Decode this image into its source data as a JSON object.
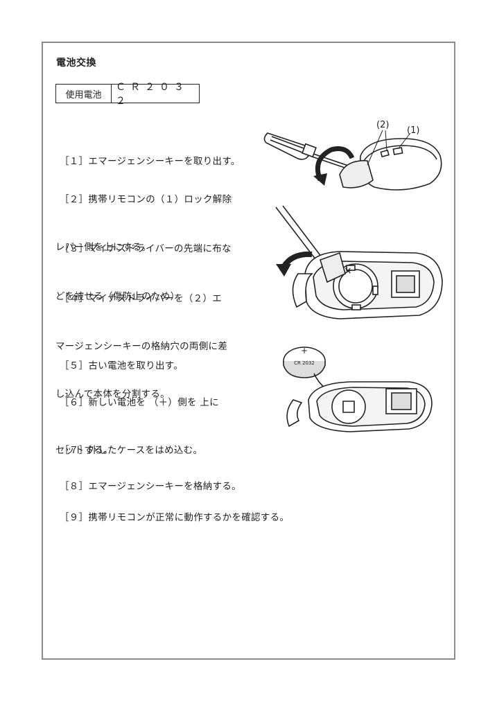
{
  "document": {
    "title": "電池交換",
    "battery_table": {
      "label": "使用電池",
      "value": "ＣＲ２０３２"
    },
    "steps": [
      {
        "line1": "［１］エマージェンシーキーを取り出す。"
      },
      {
        "line1": "［２］携帯リモコンの（１）ロック解除",
        "line2": "レバー側を上にする。"
      },
      {
        "line1": "［３］マイナスドライバーの先端に布な",
        "line2": "どを被せる（傷防止のため）"
      },
      {
        "line1": "［４］マイナスドライバーを（２）エ",
        "line2": "マージェンシーキーの格納穴の両側に差",
        "line3": "し込んで本体を分割する。"
      },
      {
        "line1": "［５］古い電池を取り出す。"
      },
      {
        "line1": "［６］新しい電池を （＋）側を 上に",
        "line2": "セットする。"
      },
      {
        "line1": "［７］外したケースをはめ込む。"
      },
      {
        "line1": "［８］エマージェンシーキーを格納する。"
      },
      {
        "line1": "［９］携帯リモコンが正常に動作するかを確認する。"
      }
    ],
    "figures": {
      "fig1_callout_2": "(2)",
      "fig1_callout_1": "(1)",
      "fig3_coin_label": "CR 2032",
      "fig3_coin_plus": "+",
      "fig2_battery_mark": "×"
    }
  }
}
